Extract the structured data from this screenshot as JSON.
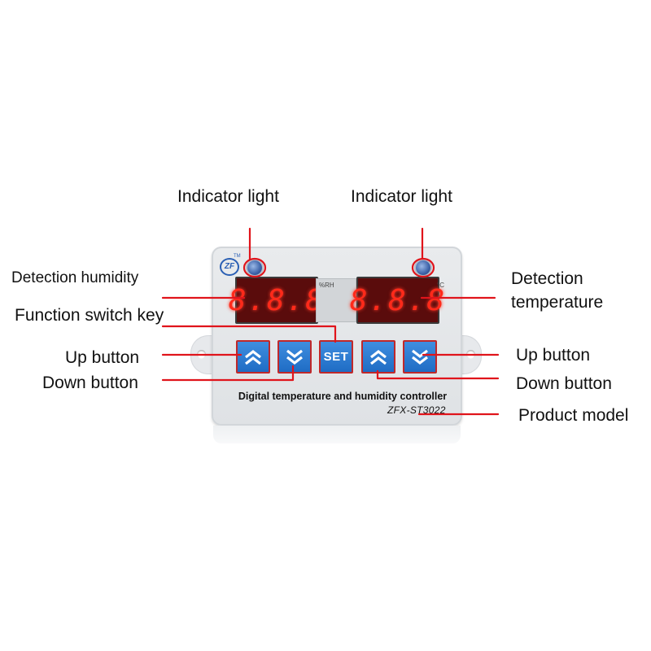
{
  "callouts": {
    "indicator_left": "Indicator light",
    "indicator_right": "Indicator light",
    "detection_humidity": "Detection humidity",
    "function_switch": "Function switch key",
    "up_left": "Up button",
    "down_left": "Down button",
    "detection_temperature_1": "Detection",
    "detection_temperature_2": "temperature",
    "up_right": "Up button",
    "down_right": "Down button",
    "product_model": "Product model"
  },
  "device": {
    "humidity_display": "8.8.8",
    "temperature_display": "8.8.8",
    "humidity_unit": "%RH",
    "temperature_unit": "°C",
    "set_label": "SET",
    "product_name": "Digital temperature and humidity controller",
    "model": "ZFX-ST3022",
    "logo_text": "ZF",
    "trademark": "TM"
  },
  "colors": {
    "callout_line": "#e0141b",
    "key_blue": "#2a7bd6",
    "display_red": "#ff2a1a",
    "led_blue": "#3c62a8"
  }
}
